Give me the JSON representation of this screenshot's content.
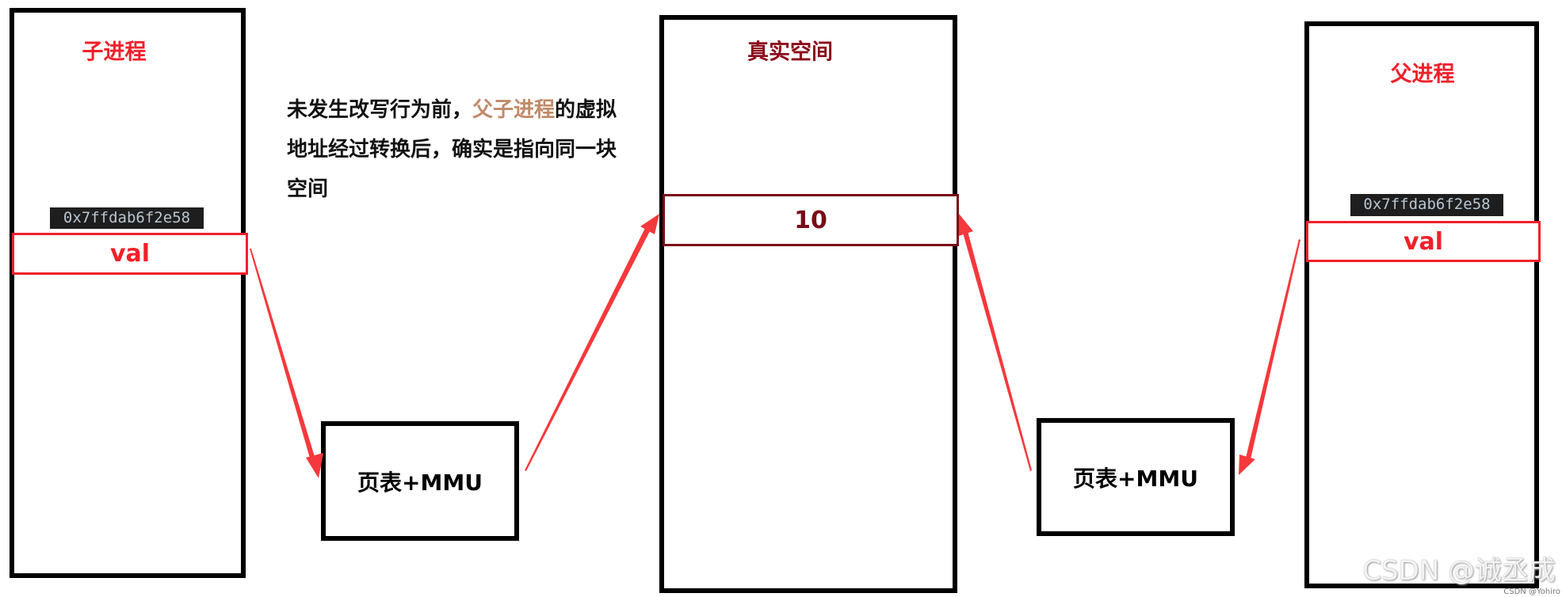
{
  "child_process": {
    "title": "子进程",
    "address": "0x7ffdab6f2e58",
    "variable": "val"
  },
  "physical_memory": {
    "title": "真实空间",
    "value": "10"
  },
  "parent_process": {
    "title": "父进程",
    "address": "0x7ffdab6f2e58",
    "variable": "val"
  },
  "page_table_left": {
    "label": "页表+MMU"
  },
  "page_table_right": {
    "label": "页表+MMU"
  },
  "annotation": {
    "part1": "未发生改写行为前，",
    "highlight": "父子进程",
    "part2": "的虚拟地址经过转换后，确实是指向同一块空间"
  },
  "arrows": [
    {
      "from": "child_process.val",
      "to": "page_table_left"
    },
    {
      "from": "page_table_left",
      "to": "physical_memory.value"
    },
    {
      "from": "page_table_right",
      "to": "physical_memory.value"
    },
    {
      "from": "parent_process.val",
      "to": "page_table_right"
    }
  ],
  "colors": {
    "process_label": "#f0202a",
    "physical_label": "#8b0a1a",
    "highlight": "#c08a68",
    "arrow": "#f5383c",
    "address_bg": "#1e1e1e"
  },
  "watermark": {
    "main": "CSDN @诚丞成",
    "small": "CSDN @Yohiro"
  }
}
